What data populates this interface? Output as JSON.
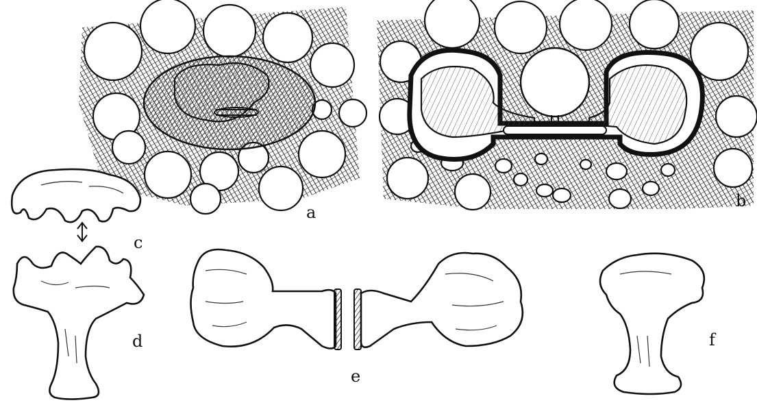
{
  "figure": {
    "panels": [
      {
        "id": "a",
        "label": "a"
      },
      {
        "id": "b",
        "label": "b"
      },
      {
        "id": "c",
        "label": "c"
      },
      {
        "id": "d",
        "label": "d"
      },
      {
        "id": "e",
        "label": "e"
      },
      {
        "id": "f",
        "label": "f"
      }
    ]
  },
  "colors": {
    "ink": "#111111",
    "paper": "#ffffff",
    "hatch": "#2a2a2a"
  }
}
